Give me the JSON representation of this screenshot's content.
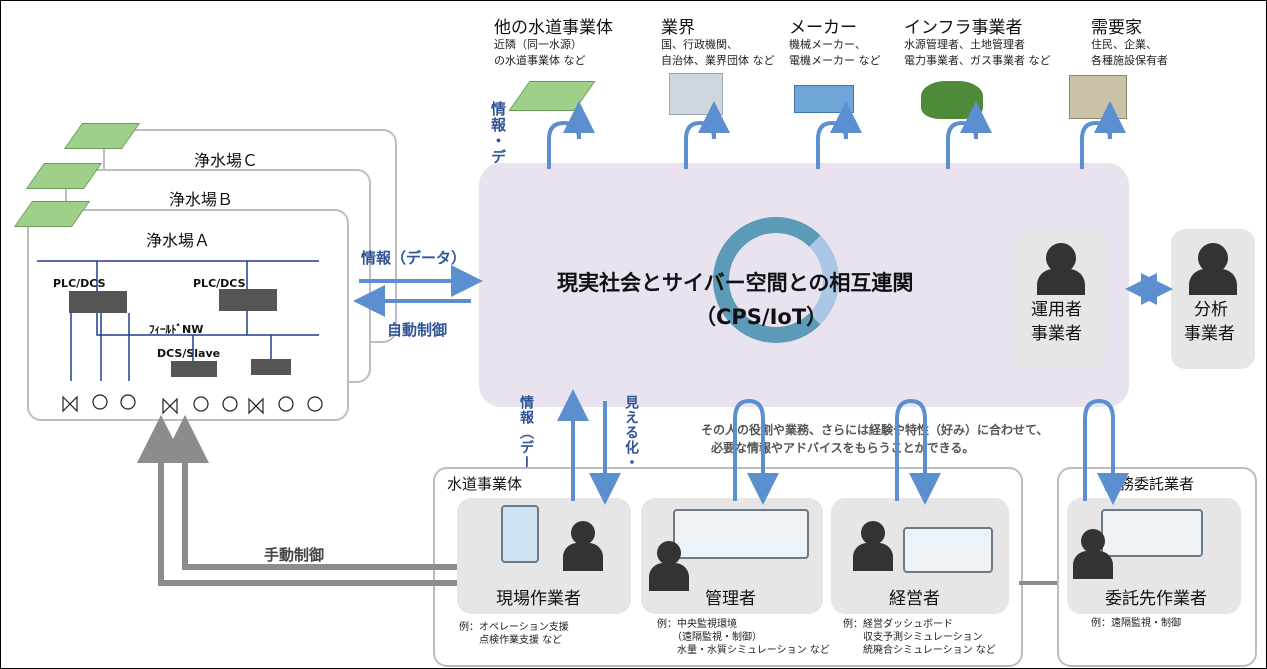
{
  "stakeholders": [
    {
      "title": "他の水道事業体",
      "desc": [
        "近隣（同一水源）",
        "の水道事業体 など"
      ]
    },
    {
      "title": "業界",
      "desc": [
        "国、行政機関、",
        "自治体、業界団体 など"
      ]
    },
    {
      "title": "メーカー",
      "desc": [
        "機械メーカー、",
        "電機メーカー など"
      ]
    },
    {
      "title": "インフラ事業者",
      "desc": [
        "水源管理者、土地管理者",
        "電力事業者、ガス事業者 など"
      ]
    },
    {
      "title": "需要家",
      "desc": [
        "住民、企業、",
        "各種施設保有者"
      ]
    }
  ],
  "top_label": "情報・データ",
  "plants": {
    "c": "浄水場Ｃ",
    "b": "浄水場Ｂ",
    "a": "浄水場Ａ",
    "plc1": "PLC/DCS",
    "plc2": "PLC/DCS",
    "field_nw": "ﾌｨｰﾙﾄﾞNW",
    "dcs_slave": "DCS/Slave",
    "p": "P",
    "m": "M"
  },
  "links": {
    "info_data": "情報（データ）",
    "auto_control": "自動制御",
    "manual_control": "手動制御",
    "bottom_info": "情報（データ）",
    "visual_advice": "見える化・アドバイス"
  },
  "cps": {
    "line1": "現実社会とサイバー空間との相互連関",
    "line2": "（CPS/IoT）"
  },
  "operator": {
    "line1": "運用者",
    "line2": "事業者"
  },
  "analyst": {
    "line1": "分析",
    "line2": "事業者"
  },
  "note": {
    "line1": "その人の役割や業務、さらには経験や特性（好み）に合わせて、",
    "line2": "必要な情報やアドバイスをもらうことができる。"
  },
  "utility": {
    "title": "水道事業体",
    "roles": [
      {
        "name": "現場作業者",
        "examples": [
          "例：オペレーション支援",
          "　　点検作業支援 など"
        ]
      },
      {
        "name": "管理者",
        "examples": [
          "例：中央監視環境",
          "　　（遠隔監視・制御）",
          "　　水量・水質シミュレーション など"
        ]
      },
      {
        "name": "経営者",
        "examples": [
          "例：経営ダッシュボード",
          "　　収支予測シミュレーション",
          "　　統廃合シミュレーション など"
        ]
      }
    ]
  },
  "contractor": {
    "title": "業務委託業者",
    "role": "委託先作業者",
    "example": "例：遠隔監視・制御"
  },
  "colors": {
    "arrow": "#5b8fd0",
    "arrow_dark": "#2f5597",
    "gray_arrow": "#8c8c8c",
    "cps_bg": "#e9e3f0",
    "box_border": "#bdbdbd",
    "role_bg": "#e6e6e6"
  }
}
